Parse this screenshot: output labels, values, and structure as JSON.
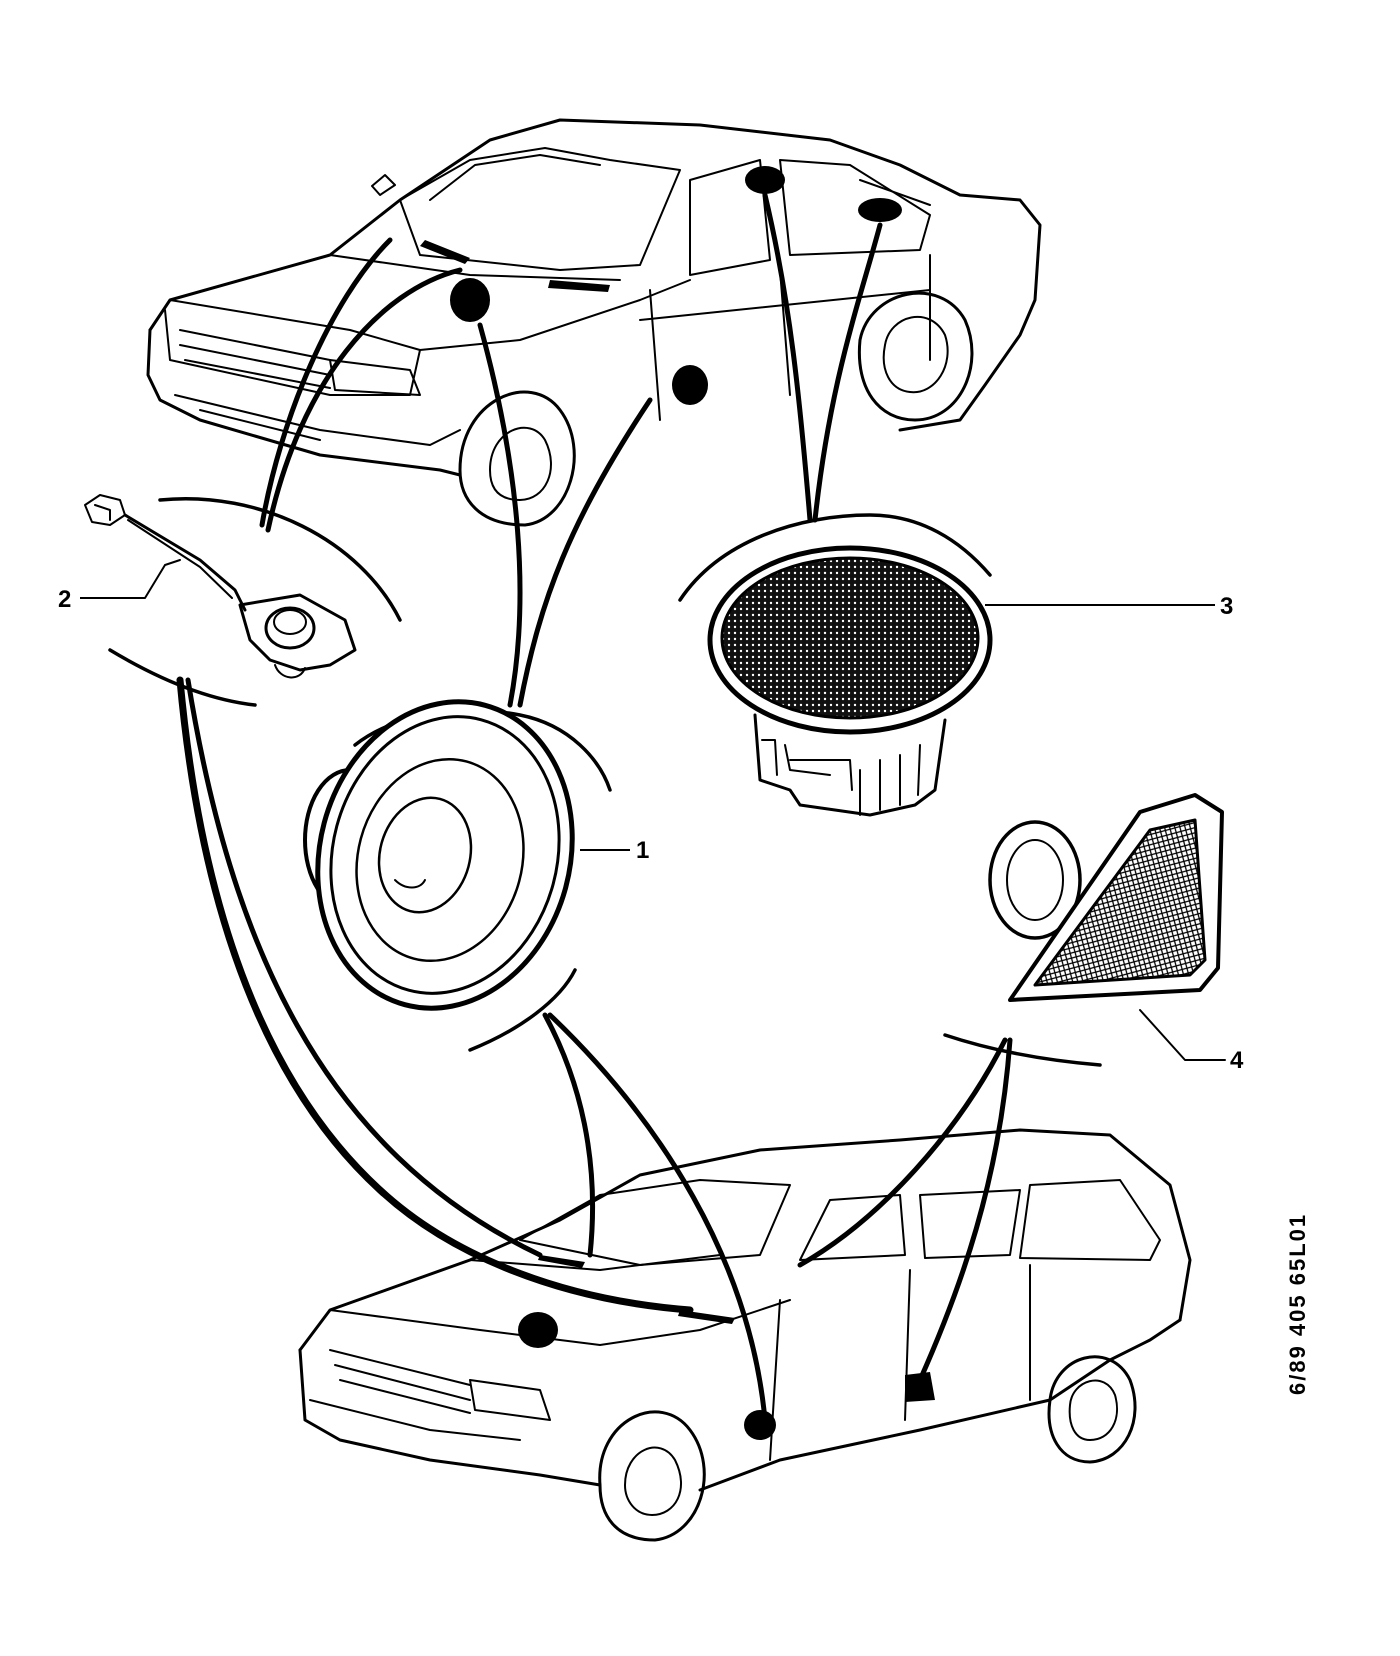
{
  "callouts": [
    {
      "id": "1",
      "label": "1"
    },
    {
      "id": "2",
      "label": "2"
    },
    {
      "id": "3",
      "label": "3"
    },
    {
      "id": "4",
      "label": "4"
    }
  ],
  "reference_code": "6/89 405 65L01"
}
